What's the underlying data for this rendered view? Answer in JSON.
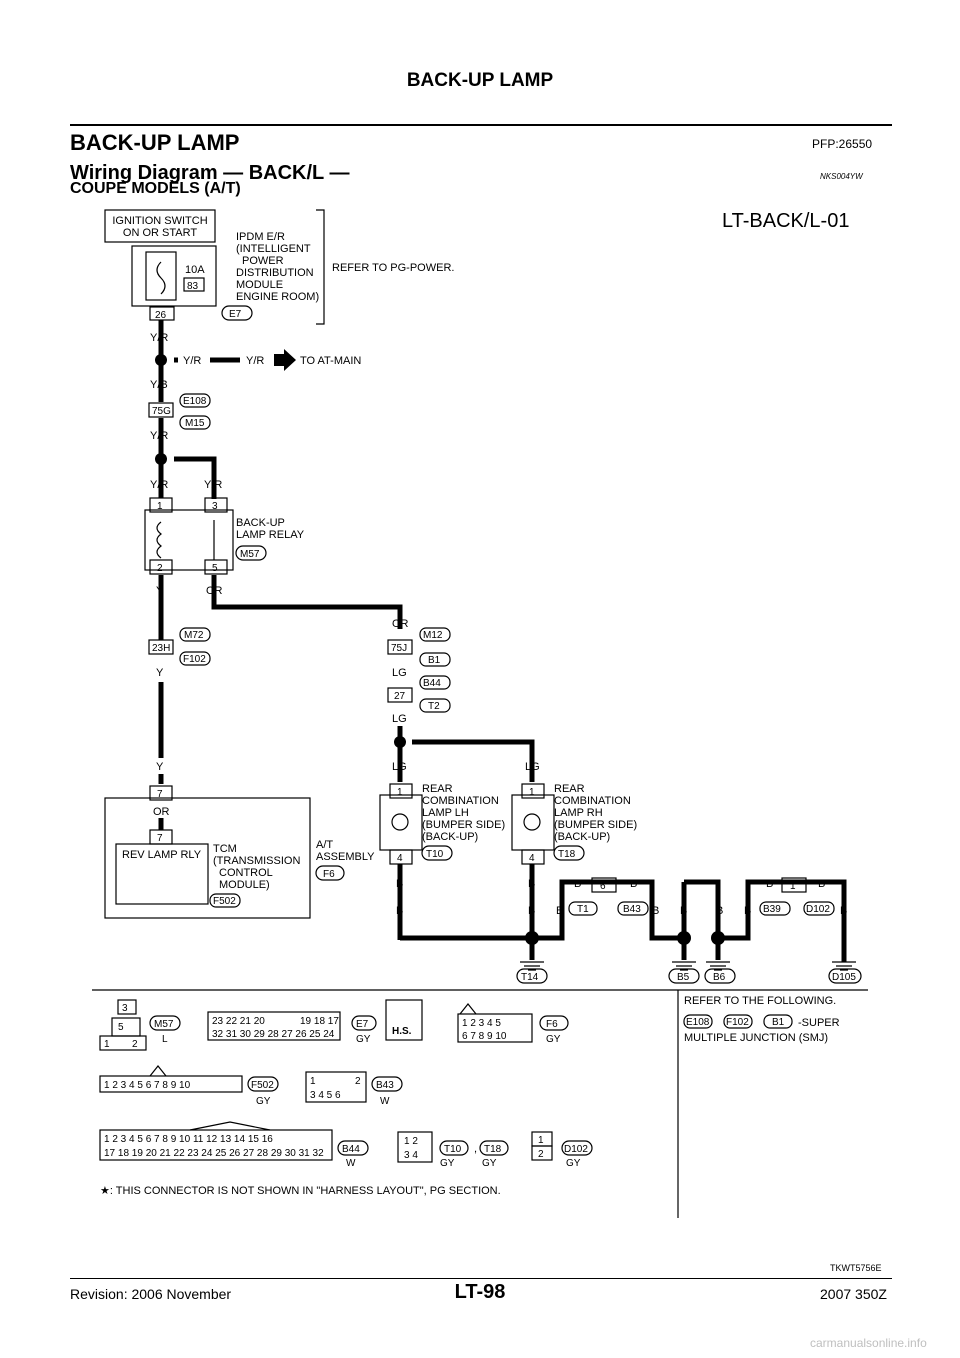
{
  "header": {
    "title": "BACK-UP LAMP"
  },
  "section": {
    "title": "BACK-UP LAMP",
    "pfp": "PFP:26550"
  },
  "diagram": {
    "title": "Wiring Diagram — BACK/L —",
    "code": "NKS004YW",
    "subtitle": "COUPE MODELS (A/T)",
    "id": "LT-BACK/L-01"
  },
  "labels": {
    "ignition": [
      "IGNITION SWITCH",
      "ON OR START"
    ],
    "ipdm": [
      "IPDM E/R",
      "(INTELLIGENT",
      "POWER",
      "DISTRIBUTION",
      "MODULE",
      "ENGINE ROOM)"
    ],
    "fuse_amp": "10A",
    "fuse_no": "83",
    "ipdm_pin": "26",
    "ipdm_conn": "E7",
    "refer_power": "REFER TO PG-POWER.",
    "to_atmain": "TO AT-MAIN",
    "relay": [
      "BACK-UP",
      "LAMP RELAY"
    ],
    "relay_conn": "M57",
    "jc_75g": "75G",
    "jc_e108": "E108",
    "jc_m15": "M15",
    "jc_23h": "23H",
    "jc_m72": "M72",
    "jc_f102": "F102",
    "jc_75j": "75J",
    "jc_m12": "M12",
    "jc_b1": "B1",
    "jc_27": "27",
    "jc_b44": "B44",
    "jc_t2": "T2",
    "lamp_lh": [
      "REAR",
      "COMBINATION",
      "LAMP LH",
      "(BUMPER SIDE)",
      "(BACK-UP)"
    ],
    "lamp_rh": [
      "REAR",
      "COMBINATION",
      "LAMP RH",
      "(BUMPER SIDE)",
      "(BACK-UP)"
    ],
    "conn_t10": "T10",
    "conn_t18": "T18",
    "at_assy": [
      "A/T",
      "ASSEMBLY"
    ],
    "conn_f6": "F6",
    "tcm": [
      "TCM",
      "(TRANSMISSION",
      "CONTROL",
      "MODULE)"
    ],
    "conn_f502": "F502",
    "rev_lamp": "REV LAMP RLY",
    "ground": [
      "T14",
      "B5",
      "B6",
      "D105"
    ],
    "joints": [
      "T1",
      "B43",
      "B39",
      "D102"
    ],
    "refer_following": [
      "REFER TO THE FOLLOWING.",
      "-SUPER",
      "MULTIPLE JUNCTION (SMJ)"
    ],
    "footnote": "★: THIS CONNECTOR IS NOT SHOWN IN \"HARNESS LAYOUT\", PG SECTION.",
    "tkwt": "TKWT5756E"
  },
  "wires": {
    "yr": "Y/R",
    "yb": "Y/B",
    "y": "Y",
    "or": "OR",
    "lg": "LG",
    "b": "B"
  },
  "connectors": [
    {
      "id": "M57",
      "color": "L"
    },
    {
      "id": "E7",
      "color": "GY"
    },
    {
      "id": "F6",
      "color": "GY"
    },
    {
      "id": "F502",
      "color": "GY"
    },
    {
      "id": "B43",
      "color": "W"
    },
    {
      "id": "B44",
      "color": "W"
    },
    {
      "id": "T10",
      "color": "GY"
    },
    {
      "id": "T18",
      "color": "GY"
    },
    {
      "id": "D102",
      "color": "GY"
    }
  ],
  "footer": {
    "revision": "Revision: 2006 November",
    "page": "LT-98",
    "model": "2007 350Z",
    "watermark": "carmanualsonline.info"
  }
}
